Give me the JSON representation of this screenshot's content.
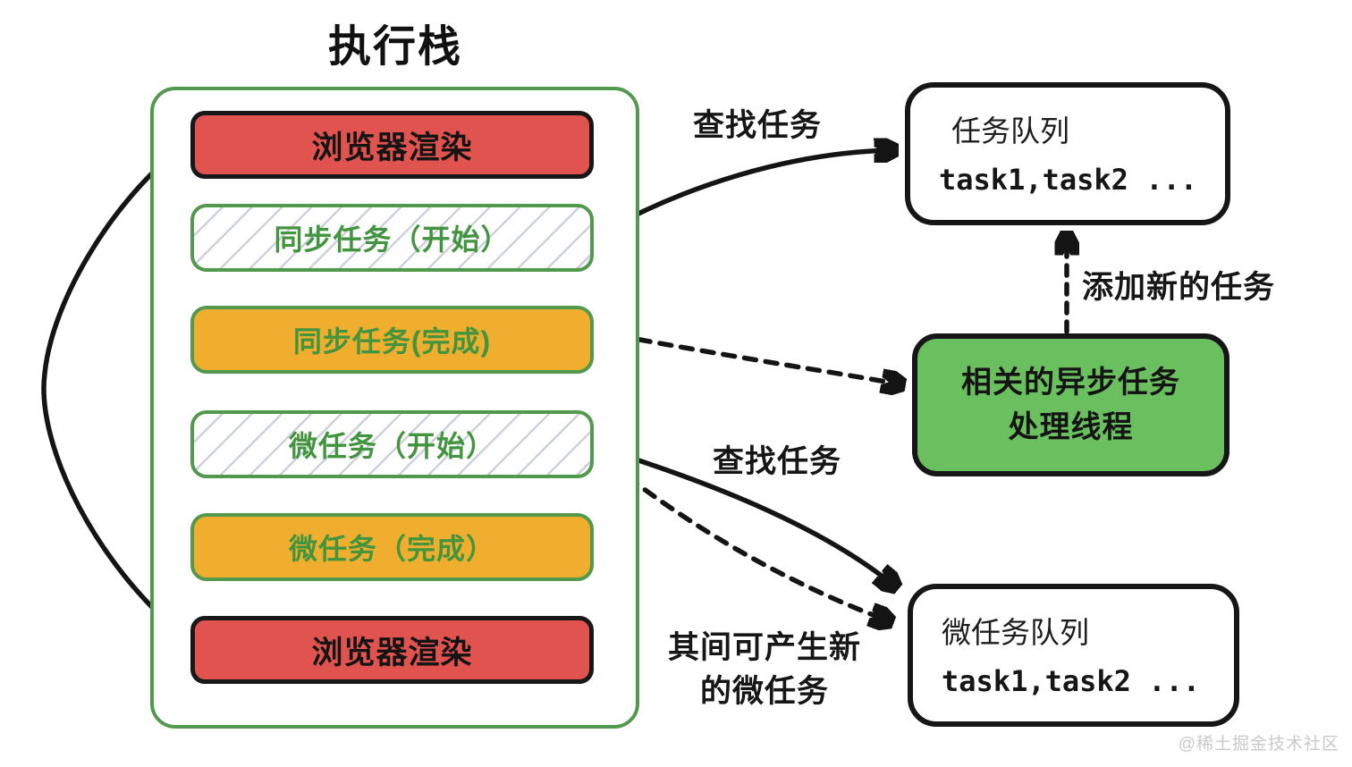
{
  "title": "执行栈",
  "stack": {
    "items": [
      {
        "label": "浏览器渲染",
        "kind": "browser-render"
      },
      {
        "label": "同步任务（开始）",
        "kind": "sync-task-start"
      },
      {
        "label": "同步任务(完成)",
        "kind": "sync-task-done"
      },
      {
        "label": "微任务（开始）",
        "kind": "microtask-start"
      },
      {
        "label": "微任务（完成）",
        "kind": "microtask-done"
      },
      {
        "label": "浏览器渲染",
        "kind": "browser-render"
      }
    ]
  },
  "task_queue": {
    "title": "任务队列",
    "items": "task1,task2 ..."
  },
  "async_thread": {
    "line1": "相关的异步任务",
    "line2": "处理线程"
  },
  "microtask_queue": {
    "title": "微任务队列",
    "items": "task1,task2 ..."
  },
  "labels": {
    "find_task_top": "查找任务",
    "add_new_task": "添加新的任务",
    "find_task_bottom": "查找任务",
    "new_microtask_line1": "其间可产生新",
    "new_microtask_line2": "的微任务"
  },
  "watermark": "@稀土掘金技术社区",
  "colors": {
    "red_fill": "#e0534e",
    "orange_fill": "#f0ae2f",
    "green_box_fill": "#6abf5f",
    "green_stroke": "#52994d",
    "green_text": "#42953e",
    "ink": "#141414",
    "hatch_line": "#ccd1db",
    "watermark_gray": "#c9c9c9"
  }
}
